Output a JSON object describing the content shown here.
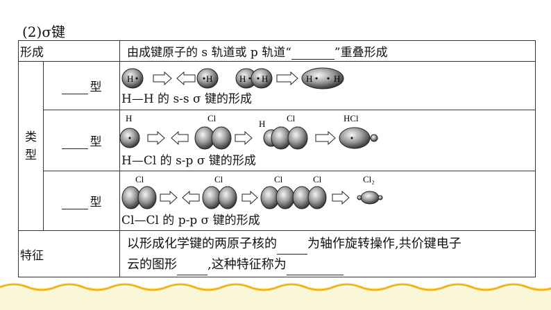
{
  "heading": "(2)σ键",
  "rows": {
    "formation": {
      "label": "形成",
      "text_before": "由成键原子的 s 轨道或 p 轨道“",
      "text_after": "”重叠形成"
    },
    "type_label": "类型",
    "types": [
      {
        "blank_suffix": "型",
        "atoms": [
          "H",
          "H",
          "H",
          "H"
        ],
        "caption": "H—H 的 s-s σ 键的形成"
      },
      {
        "blank_suffix": "型",
        "atoms": [
          "H",
          "Cl",
          "H",
          "Cl",
          "HCl"
        ],
        "caption": "H—Cl 的 s-p σ 键的形成"
      },
      {
        "blank_suffix": "型",
        "atoms": [
          "Cl",
          "Cl",
          "Cl",
          "Cl",
          "Cl₂"
        ],
        "caption": "Cl—Cl 的 p-p σ 键的形成"
      }
    ],
    "feature": {
      "label": "特征",
      "t1": "以形成化学键的两原子核的",
      "t2": "为轴作旋转操作,共价键电子",
      "t3": "云的图形",
      "t4": ",这种特征称为"
    }
  },
  "colors": {
    "border": "#333333",
    "footer_wave": "#f2b51a",
    "footer_bg": "#fdf7d9"
  }
}
